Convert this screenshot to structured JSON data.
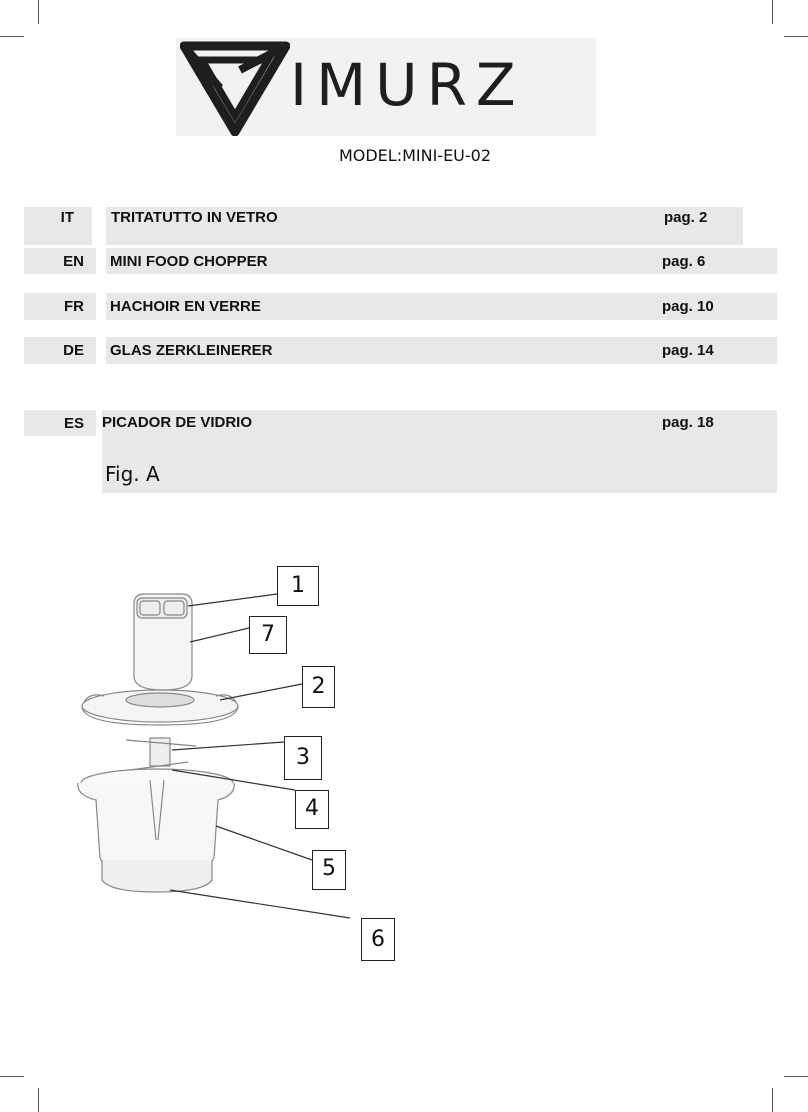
{
  "brand": {
    "name": "IMURZ"
  },
  "model": "MODEL:MINI-EU-02",
  "toc": [
    {
      "code": "IT",
      "title": "TRITATUTTO IN VETRO",
      "page": "pag. 2"
    },
    {
      "code": "EN",
      "title": "MINI FOOD CHOPPER",
      "page": "pag. 6"
    },
    {
      "code": "FR",
      "title": "HACHOIR EN VERRE",
      "page": "pag. 10"
    },
    {
      "code": "DE",
      "title": "GLAS ZERKLEINERER",
      "page": "pag. 14"
    },
    {
      "code": "ES",
      "title": "PICADOR DE VIDRIO",
      "page": "pag. 18"
    }
  ],
  "figure": {
    "label": "Fig. A",
    "callouts": [
      "1",
      "7",
      "2",
      "3",
      "4",
      "5",
      "6"
    ]
  }
}
